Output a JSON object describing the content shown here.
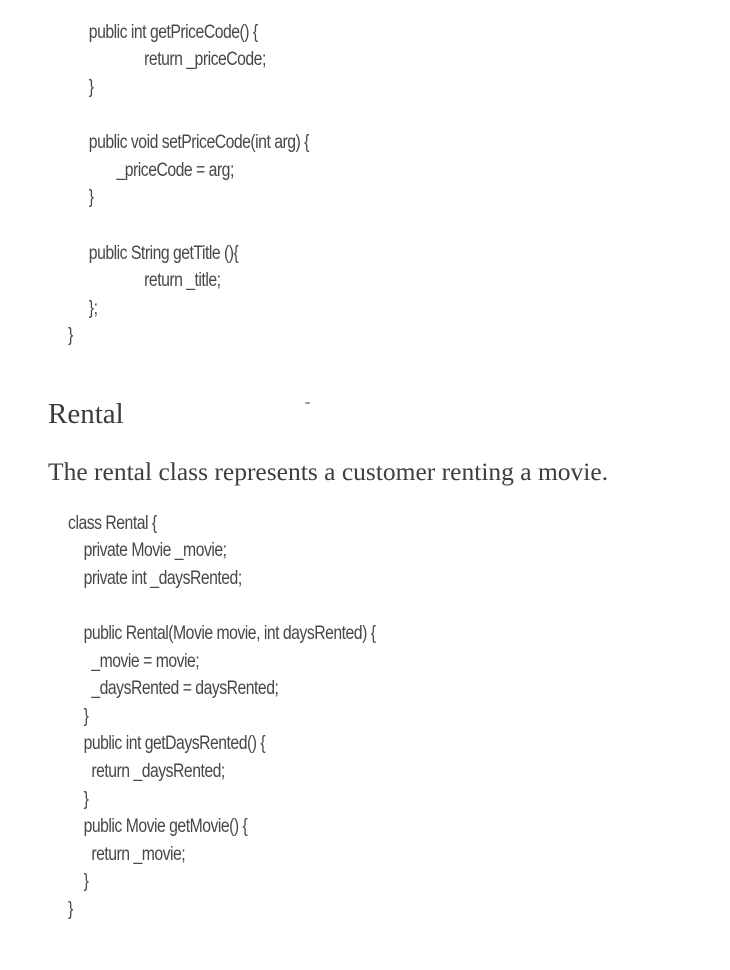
{
  "code_top": {
    "lines": [
      "public int getPriceCode() {",
      "    return _priceCode;",
      "}",
      "",
      "public void setPriceCode(int arg) {",
      "  _priceCode = arg;",
      "}",
      "",
      "public String getTitle (){",
      "    return _title;",
      "};",
      "}"
    ]
  },
  "section": {
    "heading": "Rental",
    "description": "The rental class represents a customer renting a movie."
  },
  "code_rental": {
    "lines": [
      "class Rental {",
      "    private Movie _movie;",
      "    private int _daysRented;",
      "",
      "    public Rental(Movie movie, int daysRented) {",
      "      _movie = movie;",
      "      _daysRented = daysRented;",
      "    }",
      "    public int getDaysRented() {",
      "      return _daysRented;",
      "    }",
      "    public Movie getMovie() {",
      "      return _movie;",
      "    }",
      "}"
    ]
  }
}
